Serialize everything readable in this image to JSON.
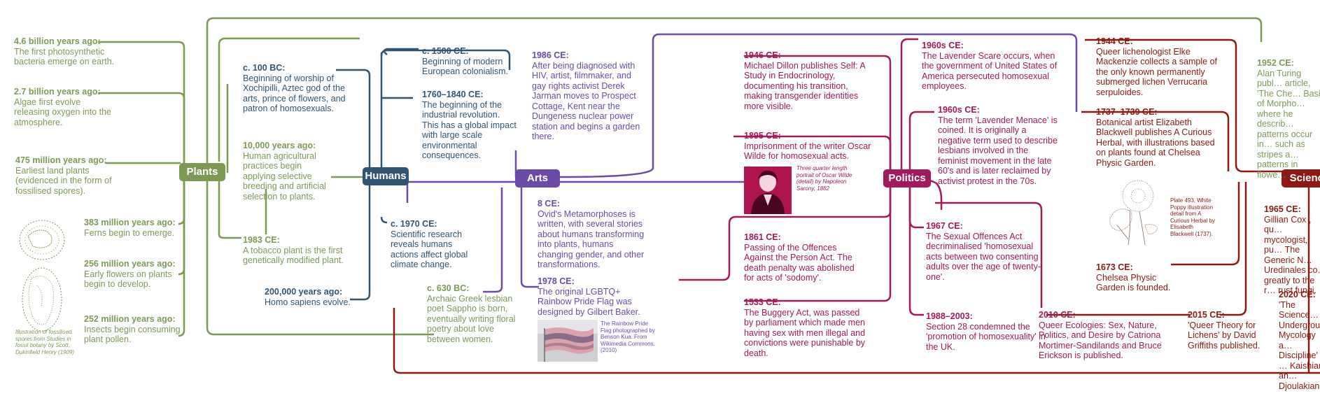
{
  "hubs": {
    "plants": "Plants",
    "humans": "Humans",
    "arts": "Arts",
    "politics": "Politics",
    "science": "Science"
  },
  "colors": {
    "plants": "#7d9a55",
    "humans": "#2f5573",
    "arts": "#6b4ba8",
    "politics": "#a01a5c",
    "science": "#8b1a12"
  },
  "plants_events": [
    {
      "date": "4.6 billion years ago:",
      "text": "The first photosynthetic bacteria emerge on earth."
    },
    {
      "date": "2.7 billion years ago:",
      "text": "Algae first evolve releasing oxygen into the atmosphere."
    },
    {
      "date": "475 million years ago:",
      "text": "Earliest land plants (evidenced in the form of fossilised spores)."
    },
    {
      "date": "383 million years ago:",
      "text": "Ferns begin to emerge."
    },
    {
      "date": "256 million years ago:",
      "text": "Early flowers on plants begin to develop."
    },
    {
      "date": "252 million years ago:",
      "text": "Insects begin consuming plant pollen."
    }
  ],
  "fossil_caption": "Illustration of fossilised spores from Studies in fossil botany by Scott, Dukinfield Henry (1909)",
  "mid_events": [
    {
      "date": "c. 100 BC:",
      "text": "Beginning of worship of Xochipilli, Aztec god of the arts, prince of flowers, and patron of homosexuals."
    },
    {
      "date": "10,000 years ago:",
      "text": "Human agricultural practices begin applying selective breeding and artificial selection to plants."
    },
    {
      "date": "1983 CE:",
      "text": "A tobacco plant is the first genetically modified plant."
    },
    {
      "date": "200,000 years ago:",
      "text": "Homo sapiens evolve."
    }
  ],
  "humans_events": [
    {
      "date": "c. 1500 CE:",
      "text": "Beginning of modern European colonialism."
    },
    {
      "date": "1760–1840 CE:",
      "text": "The beginning of the industrial revolution. This has a global impact with large scale environmental consequences."
    },
    {
      "date": "c. 1970 CE:",
      "text": "Scientific research reveals humans actions affect global climate change."
    },
    {
      "date": "c. 630 BC:",
      "text": "Archaic Greek lesbian poet Sappho is born, eventually writing floral poetry about love between women."
    }
  ],
  "arts_events": [
    {
      "date": "1986 CE:",
      "text": "After being diagnosed with HIV, artist, filmmaker, and gay rights activist Derek Jarman moves to Prospect Cottage, Kent near the Dungeness nuclear power station and begins a garden there."
    },
    {
      "date": "8 CE:",
      "text": "Ovid's Metamorphoses is written, with several stories about humans transforming into plants, humans changing gender, and other transformations."
    },
    {
      "date": "1978 CE:",
      "text": "The original LGBTQ+ Rainbow Pride Flag was designed by Gilbert Baker."
    }
  ],
  "flag_caption": "The Rainbow Pride Flag photographed by Benson Kua. From Wikimedia Commons. (2010)",
  "politics_left_events": [
    {
      "date": "1946 CE:",
      "text": "Michael Dillon publishes Self: A Study in Endocrinology, documenting his transition, making transgender identities more visible."
    },
    {
      "date": "1895 CE:",
      "text": "Imprisonment of the writer Oscar Wilde for homosexual acts."
    },
    {
      "date": "1861 CE:",
      "text": "Passing of the Offences Against the Person Act. The death penalty was abolished for acts of 'sodomy'."
    },
    {
      "date": "1533 CE:",
      "text": "The Buggery Act, was passed by parliament which made men having sex with men illegal and convictions were punishable by death."
    }
  ],
  "wilde_caption": "Three quarter length portrait of Oscar Wilde (detail) by Napoleon Sarony, 1882",
  "politics_right_events": [
    {
      "date": "1960s CE:",
      "text": "The Lavender Scare occurs, when the government of United States of America persecuted homosexual employees."
    },
    {
      "date": "1960s CE:",
      "text": "The term 'Lavender Menace' is coined. It is originally a negative term used to describe lesbians involved in the feminist movement in the late 60's and is later reclaimed by activist protest in the 70s."
    },
    {
      "date": "1967 CE:",
      "text": "The Sexual Offences Act decriminalised 'homosexual acts between two consenting adults over the age of twenty-one'."
    },
    {
      "date": "1988–2003:",
      "text": "Section 28 condemned the 'promotion of homosexuality' in the UK."
    },
    {
      "date": "2010 CE:",
      "text": "Queer Ecologies: Sex, Nature, Politics, and Desire by Catriona Mortimer-Sandilands and Bruce Erickson is published."
    }
  ],
  "science_events": [
    {
      "date": "1944 CE:",
      "text": "Queer lichenologist Elke Mackenzie collects a sample of the only known permanently submerged lichen Verrucaria serpuloides."
    },
    {
      "date": "1737–1739 CE:",
      "text": "Botanical artist Elizabeth Blackwell publishes A Curious Herbal, with illustrations based on plants found at Chelsea Physic Garden."
    },
    {
      "date": "1673 CE:",
      "text": "Chelsea Physic Garden is founded."
    },
    {
      "date": "2015 CE:",
      "text": "'Queer Theory for Lichens' by David Griffiths published."
    }
  ],
  "poppy_caption": "Plate 493, White Poppy illustration detail from A Curious Herbal by Elisabeth Blackwell (1737).",
  "edge_events": [
    {
      "date": "1952 CE:",
      "text": "Alan Turing publ… article, 'The Che… Basis of Morpho… where he describ… patterns occur in… such as stripes a… patterns in flowe…"
    },
    {
      "date": "1965 CE:",
      "text": "Gillian Cox , qu… mycologist, pu… The Generic N… Uredinales co… greatly to the r… rust fungi."
    },
    {
      "date": "2020 CE:",
      "text": "'The Science… Undergrou… Mycology a… Discipline' … Kaishian an… Djoulakian …"
    }
  ]
}
